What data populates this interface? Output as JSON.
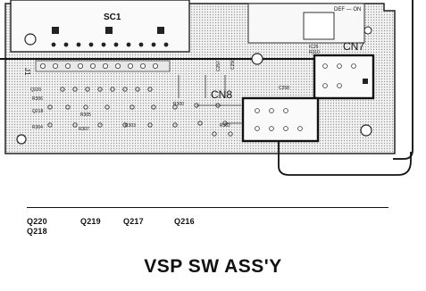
{
  "board": {
    "labels": {
      "sc1": "SC1",
      "cn7": "CN7",
      "cn8": "CN8",
      "j1": "J1",
      "def_on": "DEF — ON",
      "r300": "R300",
      "r302": "R302",
      "r303": "R303",
      "r304": "R304",
      "r305": "R305",
      "r306": "R306",
      "r307": "R307",
      "q220": "Q220",
      "q218": "Q218",
      "c250": "C250",
      "c258": "C258",
      "c257": "C257",
      "ic25": "IC25",
      "r310": "R310"
    }
  },
  "transistors": {
    "row1": [
      "Q220",
      "Q219",
      "Q217",
      "Q216"
    ],
    "row2": "Q218"
  },
  "title": "VSP SW ASS'Y"
}
